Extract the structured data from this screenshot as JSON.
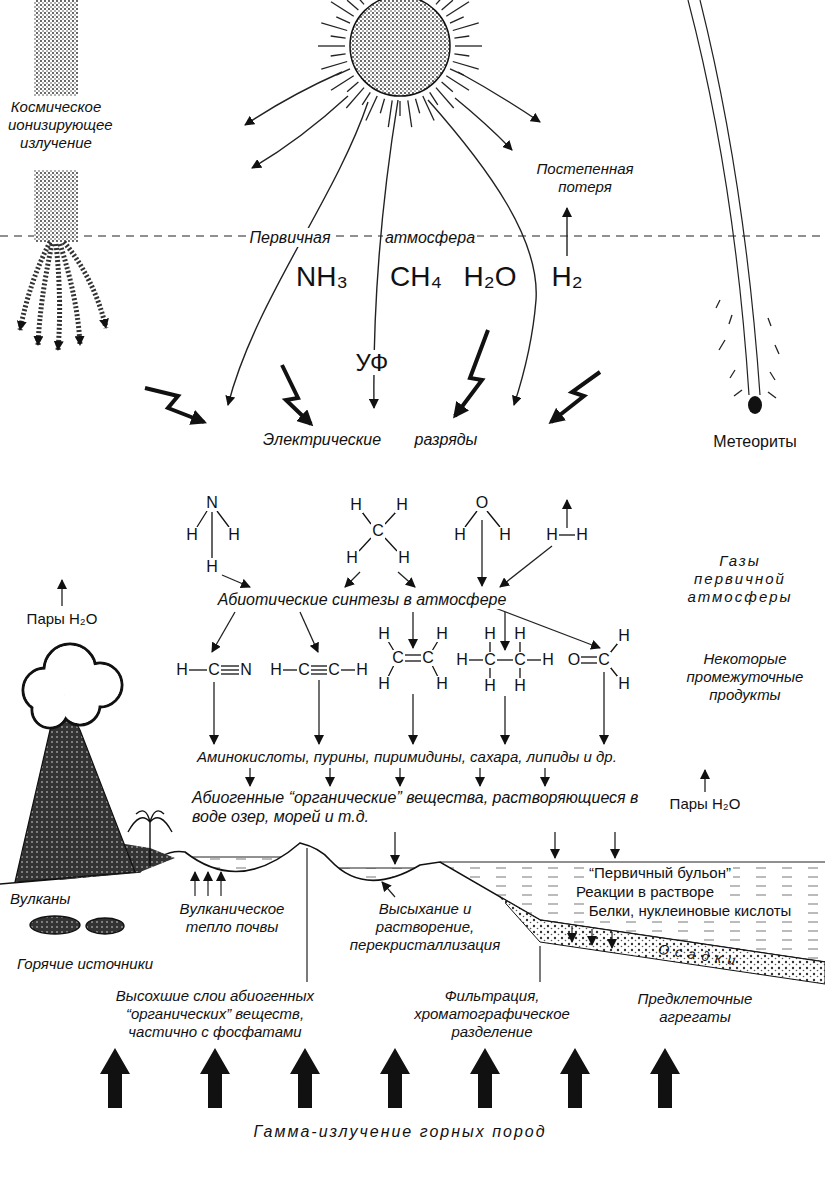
{
  "diagram": {
    "labels": [
      "Космическое ионизирующее излучение",
      "Постепенная потеря",
      "Первичная",
      "атмосфера",
      "NH₃",
      "CH₄",
      "H₂O",
      "H₂",
      "УФ",
      "Электрические",
      "разряды",
      "Метеориты",
      "N",
      "H",
      "H",
      "H",
      "H",
      "H",
      "C",
      "H",
      "H",
      "O",
      "H",
      "H",
      "H",
      "H",
      "H",
      "C",
      "N",
      "H",
      "C",
      "C",
      "H",
      "C",
      "C",
      "H",
      "H",
      "H",
      "H",
      "H",
      "C",
      "C",
      "H",
      "H",
      "H",
      "H",
      "H",
      "O",
      "C",
      "H",
      "H",
      "Газы первичной атмосферы",
      "Абиотические синтезы в атмосфере",
      "Некоторые промежуточные продукты",
      "Пары H₂O",
      "Аминокислоты, пурины, пиримидины, сахара, липиды и др.",
      "Абиогенные “органические” вещества, растворяющиеся в воде озер, морей и т.д.",
      "Пары H₂O",
      "“Первичный бульон”",
      "Реакции в растворе",
      "Белки, нуклеиновые кислоты",
      "Осадки",
      "Вулканы",
      "Вулканическое тепло почвы",
      "Горячие источники",
      "Высыхание и растворение, перекристаллизация",
      "Высохшие слои абиогенных “органических” веществ, частично с фосфатами",
      "Фильтрация, хроматографическое разделение",
      "Предклеточные агрегаты",
      "Гамма-излучение горных пород"
    ]
  }
}
